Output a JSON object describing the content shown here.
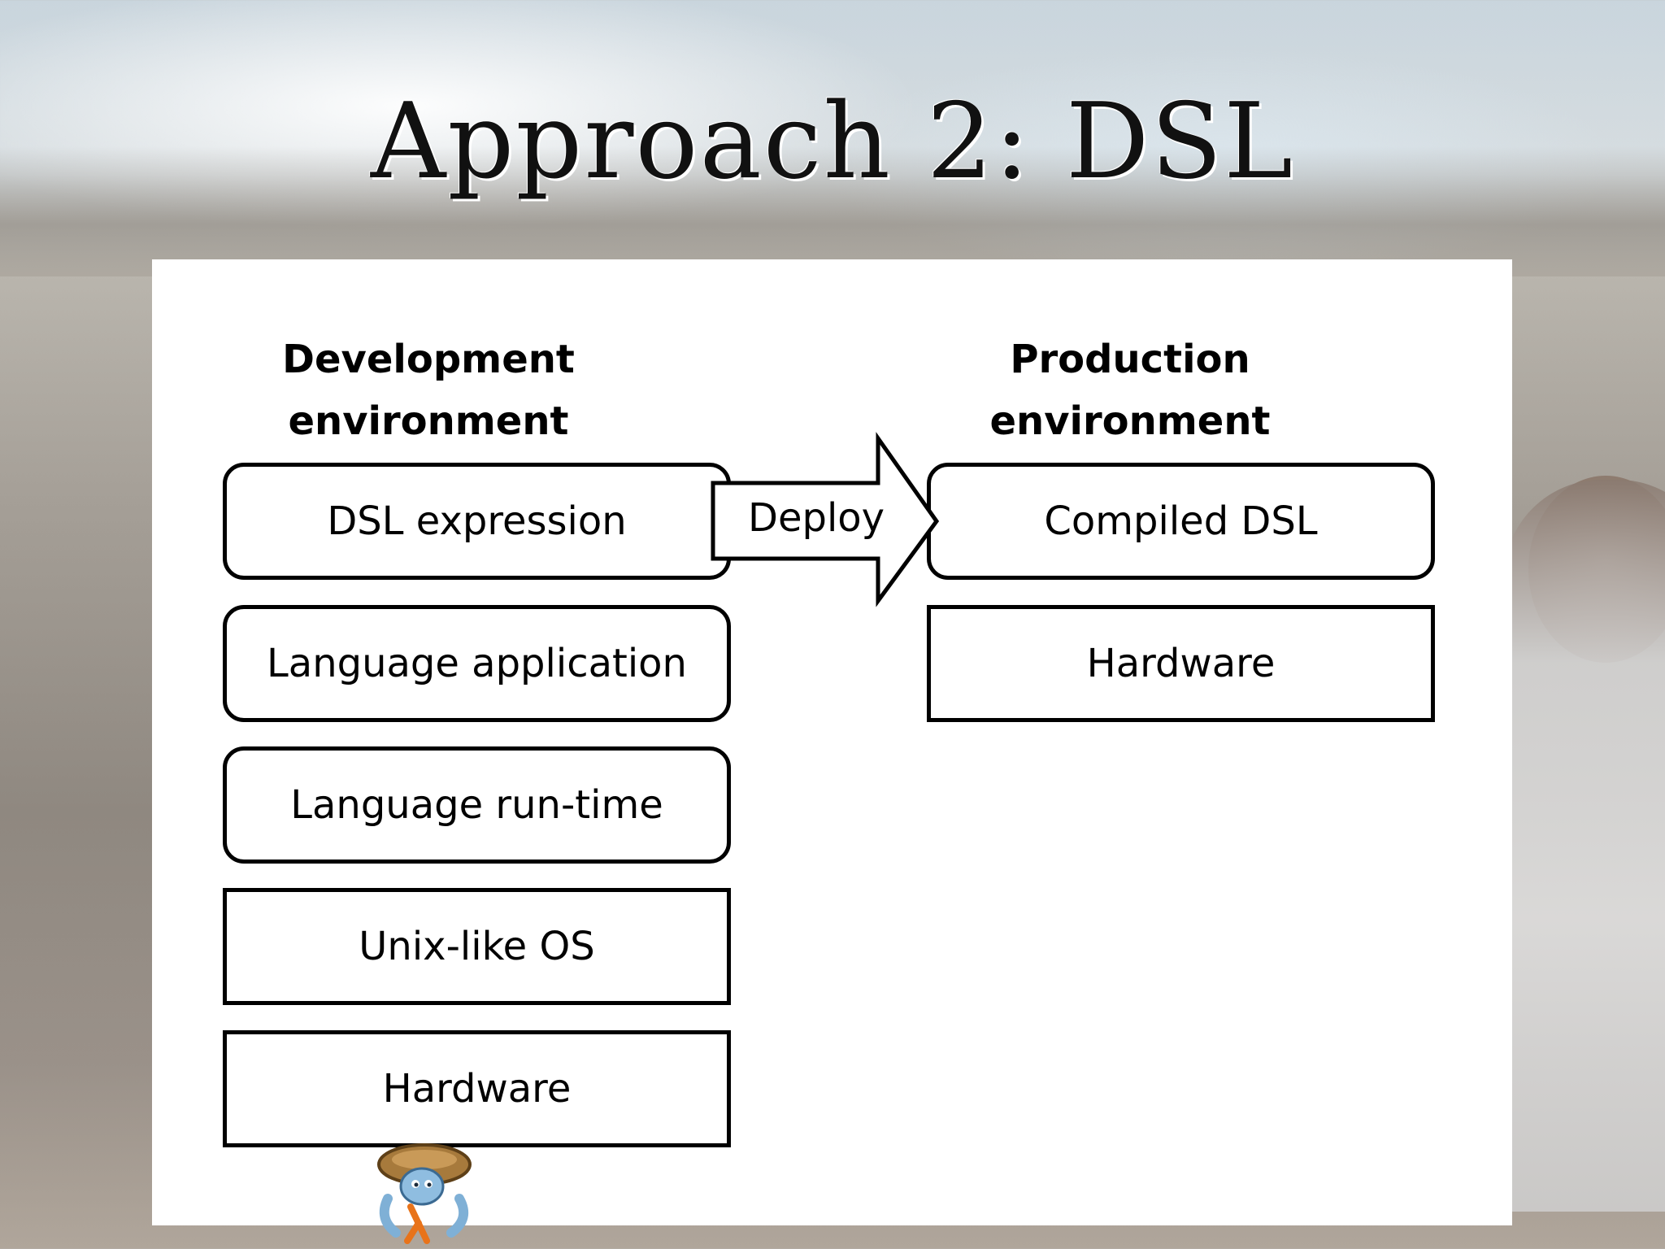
{
  "slide": {
    "title": "Approach 2: DSL"
  },
  "diagram": {
    "development": {
      "heading_line1": "Development",
      "heading_line2": "environment",
      "layers": [
        "DSL expression",
        "Language application",
        "Language run-time",
        "Unix-like OS",
        "Hardware"
      ]
    },
    "production": {
      "heading_line1": "Production",
      "heading_line2": "environment",
      "layers": [
        "Compiled DSL",
        "Hardware"
      ]
    },
    "arrow_label": "Deploy"
  },
  "colors": {
    "ink": "#000000",
    "panel": "#ffffff",
    "mascot_shell": "#a77a3c",
    "mascot_body": "#7fb0d6",
    "mascot_lambda": "#e8731a"
  }
}
